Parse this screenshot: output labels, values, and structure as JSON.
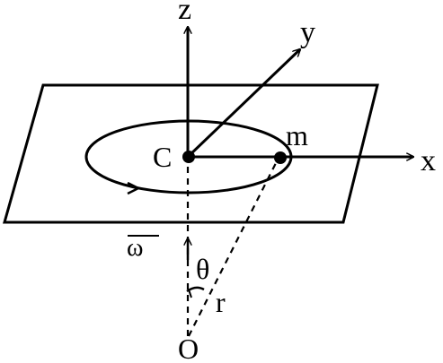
{
  "labels": {
    "z": "z",
    "y": "y",
    "x": "x",
    "center": "C",
    "mass": "m",
    "omega": "ω",
    "theta": "θ",
    "radius": "r",
    "origin": "O"
  },
  "colors": {
    "ink": "#000000",
    "background": "#ffffff"
  }
}
